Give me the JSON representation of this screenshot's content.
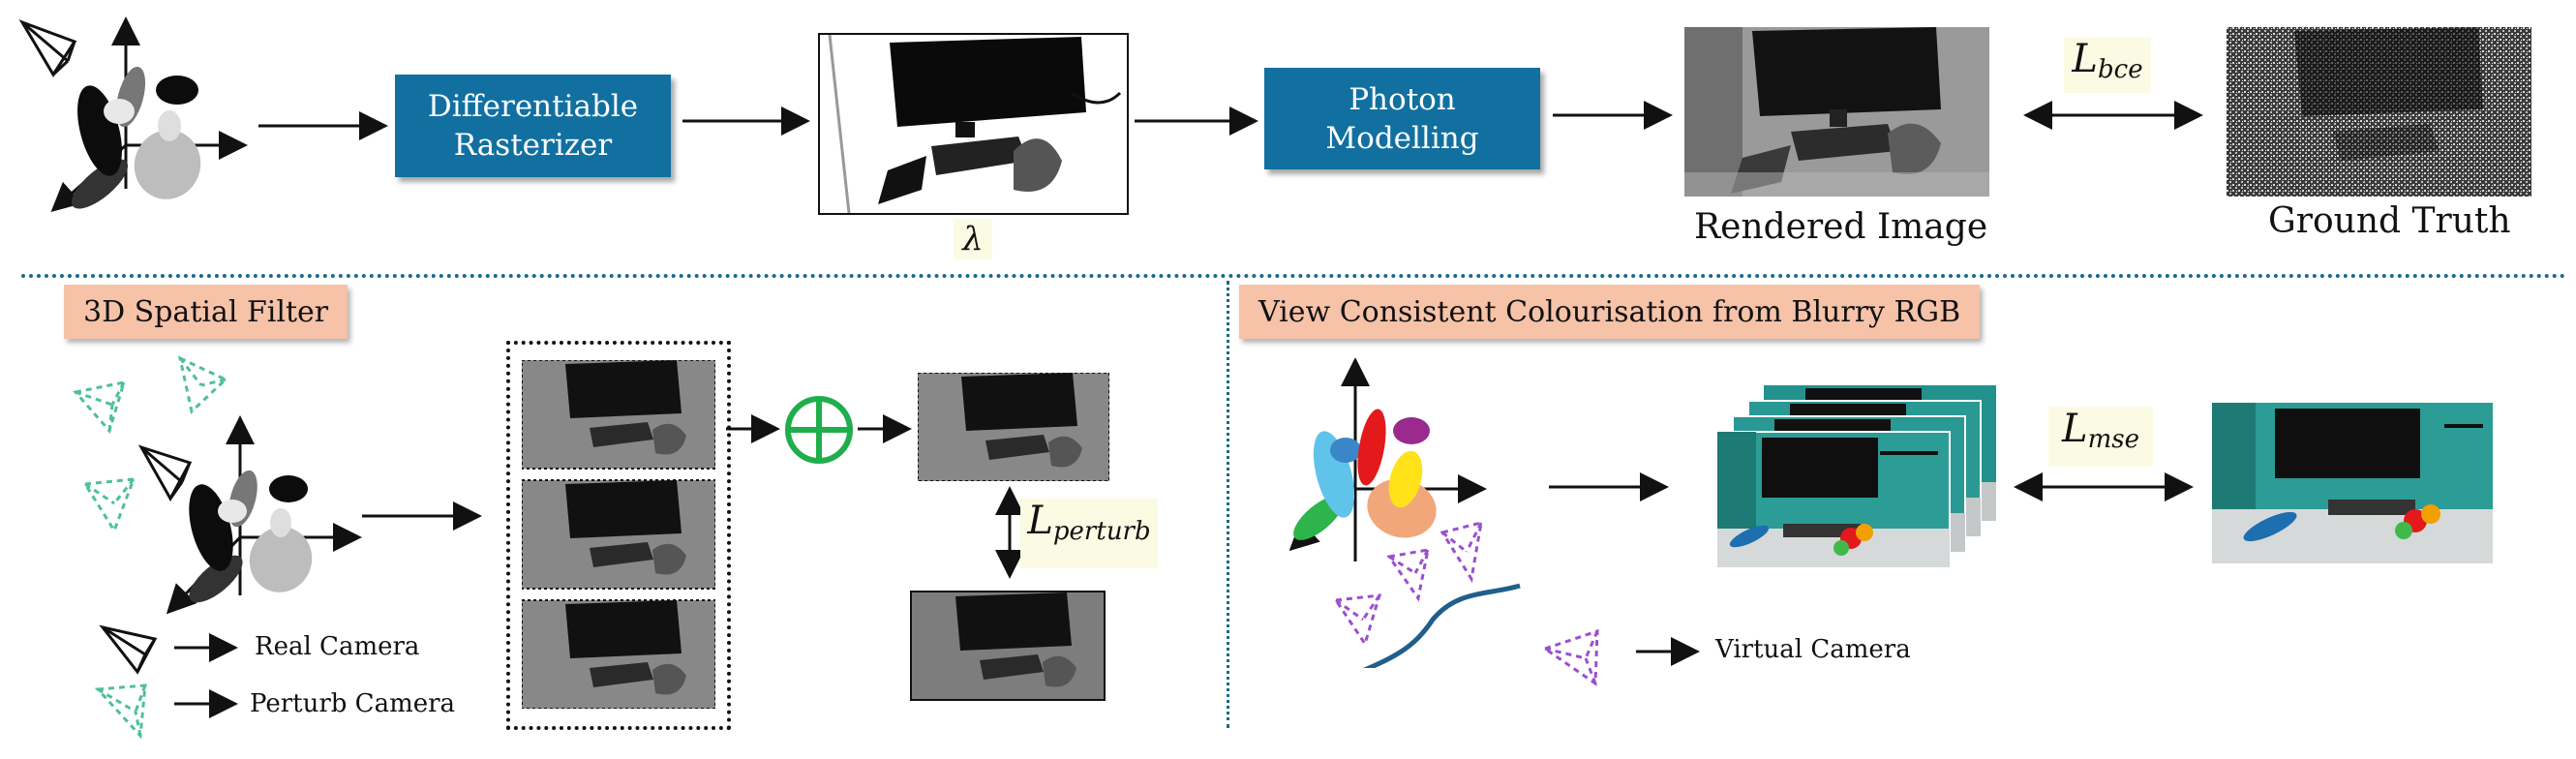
{
  "top": {
    "rasterizer_label": "Differentiable Rasterizer",
    "photon_label": "Photon Modelling",
    "lambda_label": "λ",
    "rendered_label": "Rendered Image",
    "ground_truth_label": "Ground Truth",
    "loss_bce": {
      "symbol": "L",
      "subscript": "bce"
    }
  },
  "bottom_left": {
    "title": "3D Spatial Filter",
    "loss_perturb": {
      "symbol": "L",
      "subscript": "perturb"
    },
    "legend": [
      {
        "label": "Real Camera",
        "icon": "real-camera-icon"
      },
      {
        "label": "Perturb Camera",
        "icon": "perturb-camera-icon"
      }
    ]
  },
  "bottom_right": {
    "title": "View Consistent Colourisation from Blurry RGB",
    "loss_mse": {
      "symbol": "L",
      "subscript": "mse"
    },
    "legend": [
      {
        "label": "Virtual Camera",
        "icon": "virtual-camera-icon"
      }
    ]
  },
  "colors": {
    "box_blue": "#1170a0",
    "salmon": "#f6c2a8",
    "plus_green": "#1fae4c",
    "divider": "#1a6a8a",
    "perturb_camera": "#4fbf9a",
    "virtual_camera": "#9b4fd0"
  }
}
